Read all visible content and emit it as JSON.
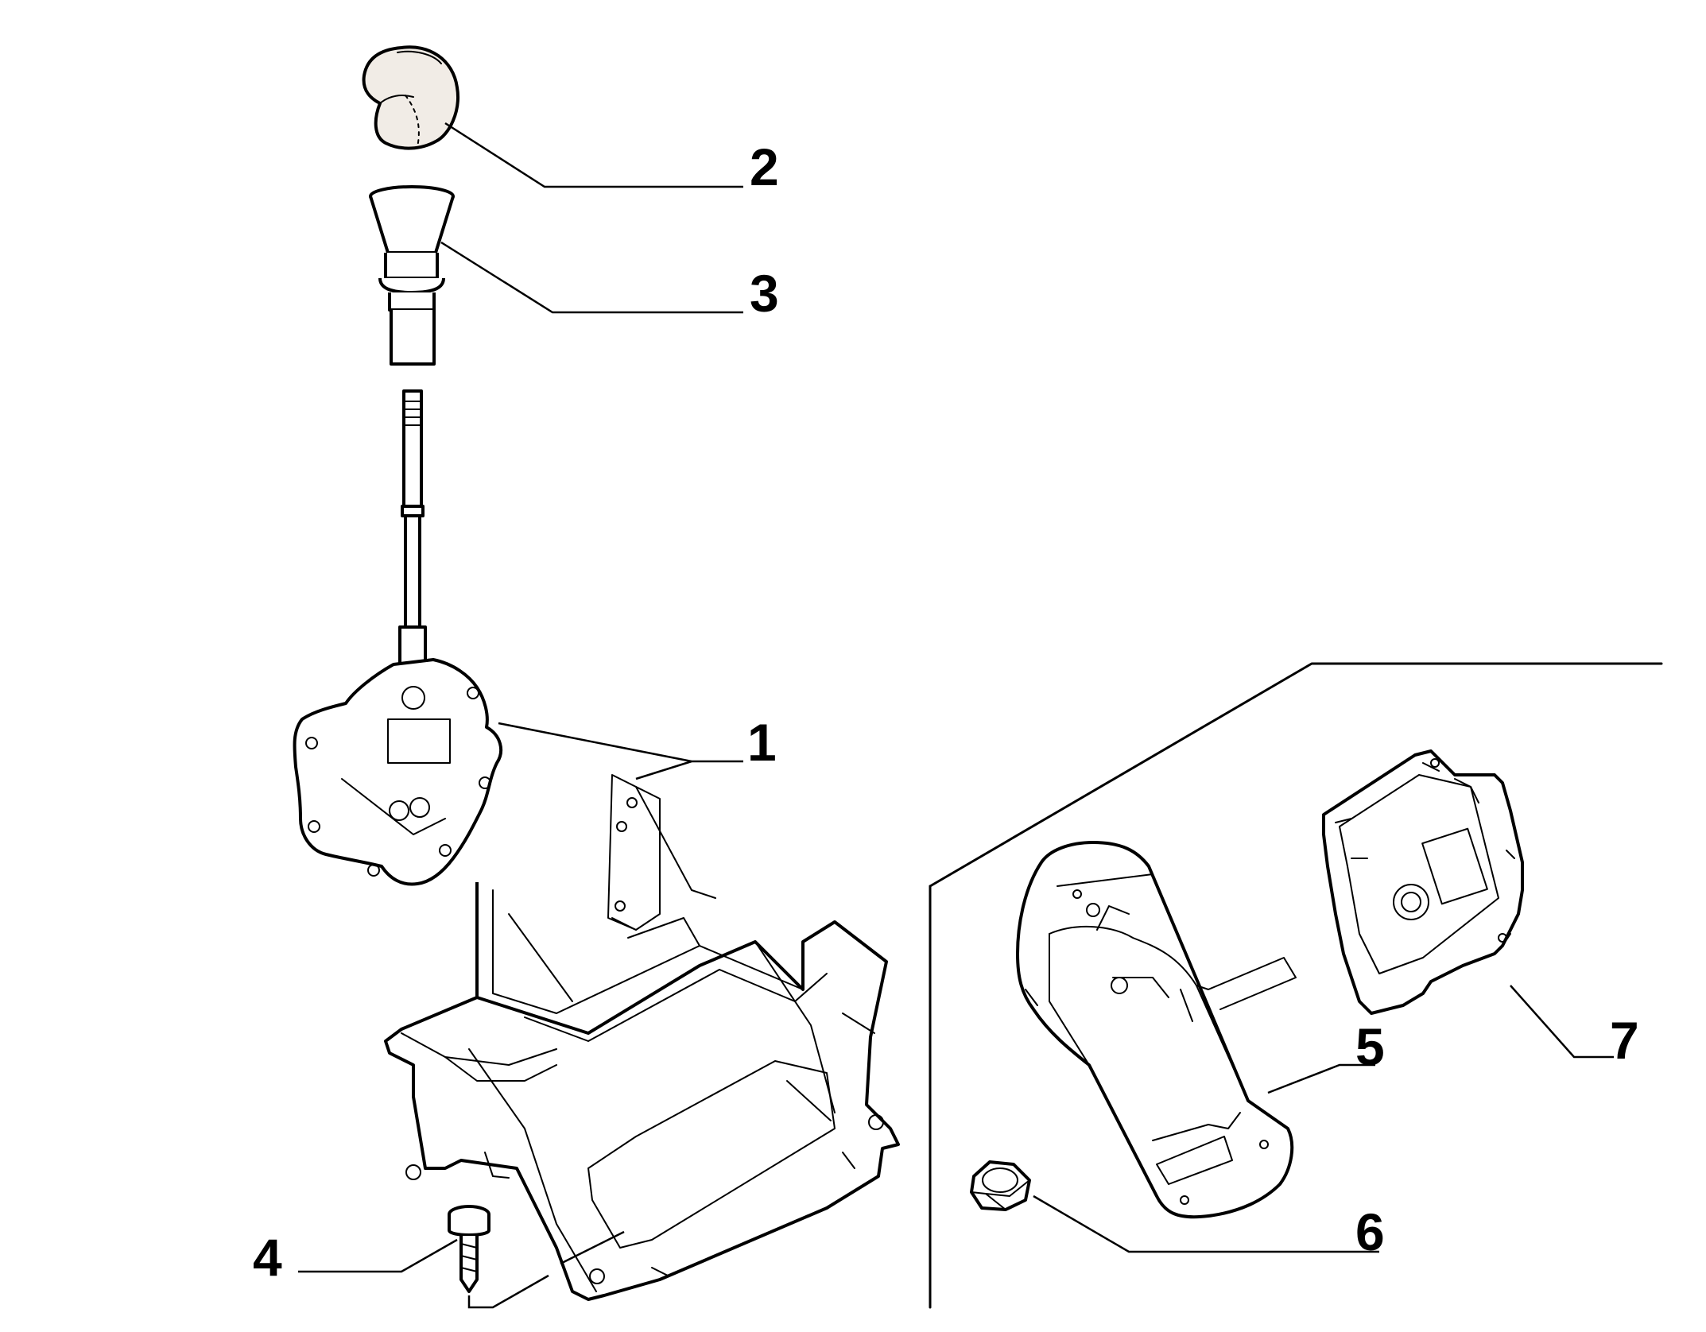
{
  "callouts": [
    {
      "id": "1",
      "label": "1"
    },
    {
      "id": "2",
      "label": "2"
    },
    {
      "id": "3",
      "label": "3"
    },
    {
      "id": "4",
      "label": "4"
    },
    {
      "id": "5",
      "label": "5"
    },
    {
      "id": "6",
      "label": "6"
    },
    {
      "id": "7",
      "label": "7"
    }
  ],
  "colors": {
    "line": "#000000",
    "knob_fill": "#f1ece6",
    "background": "#ffffff"
  }
}
